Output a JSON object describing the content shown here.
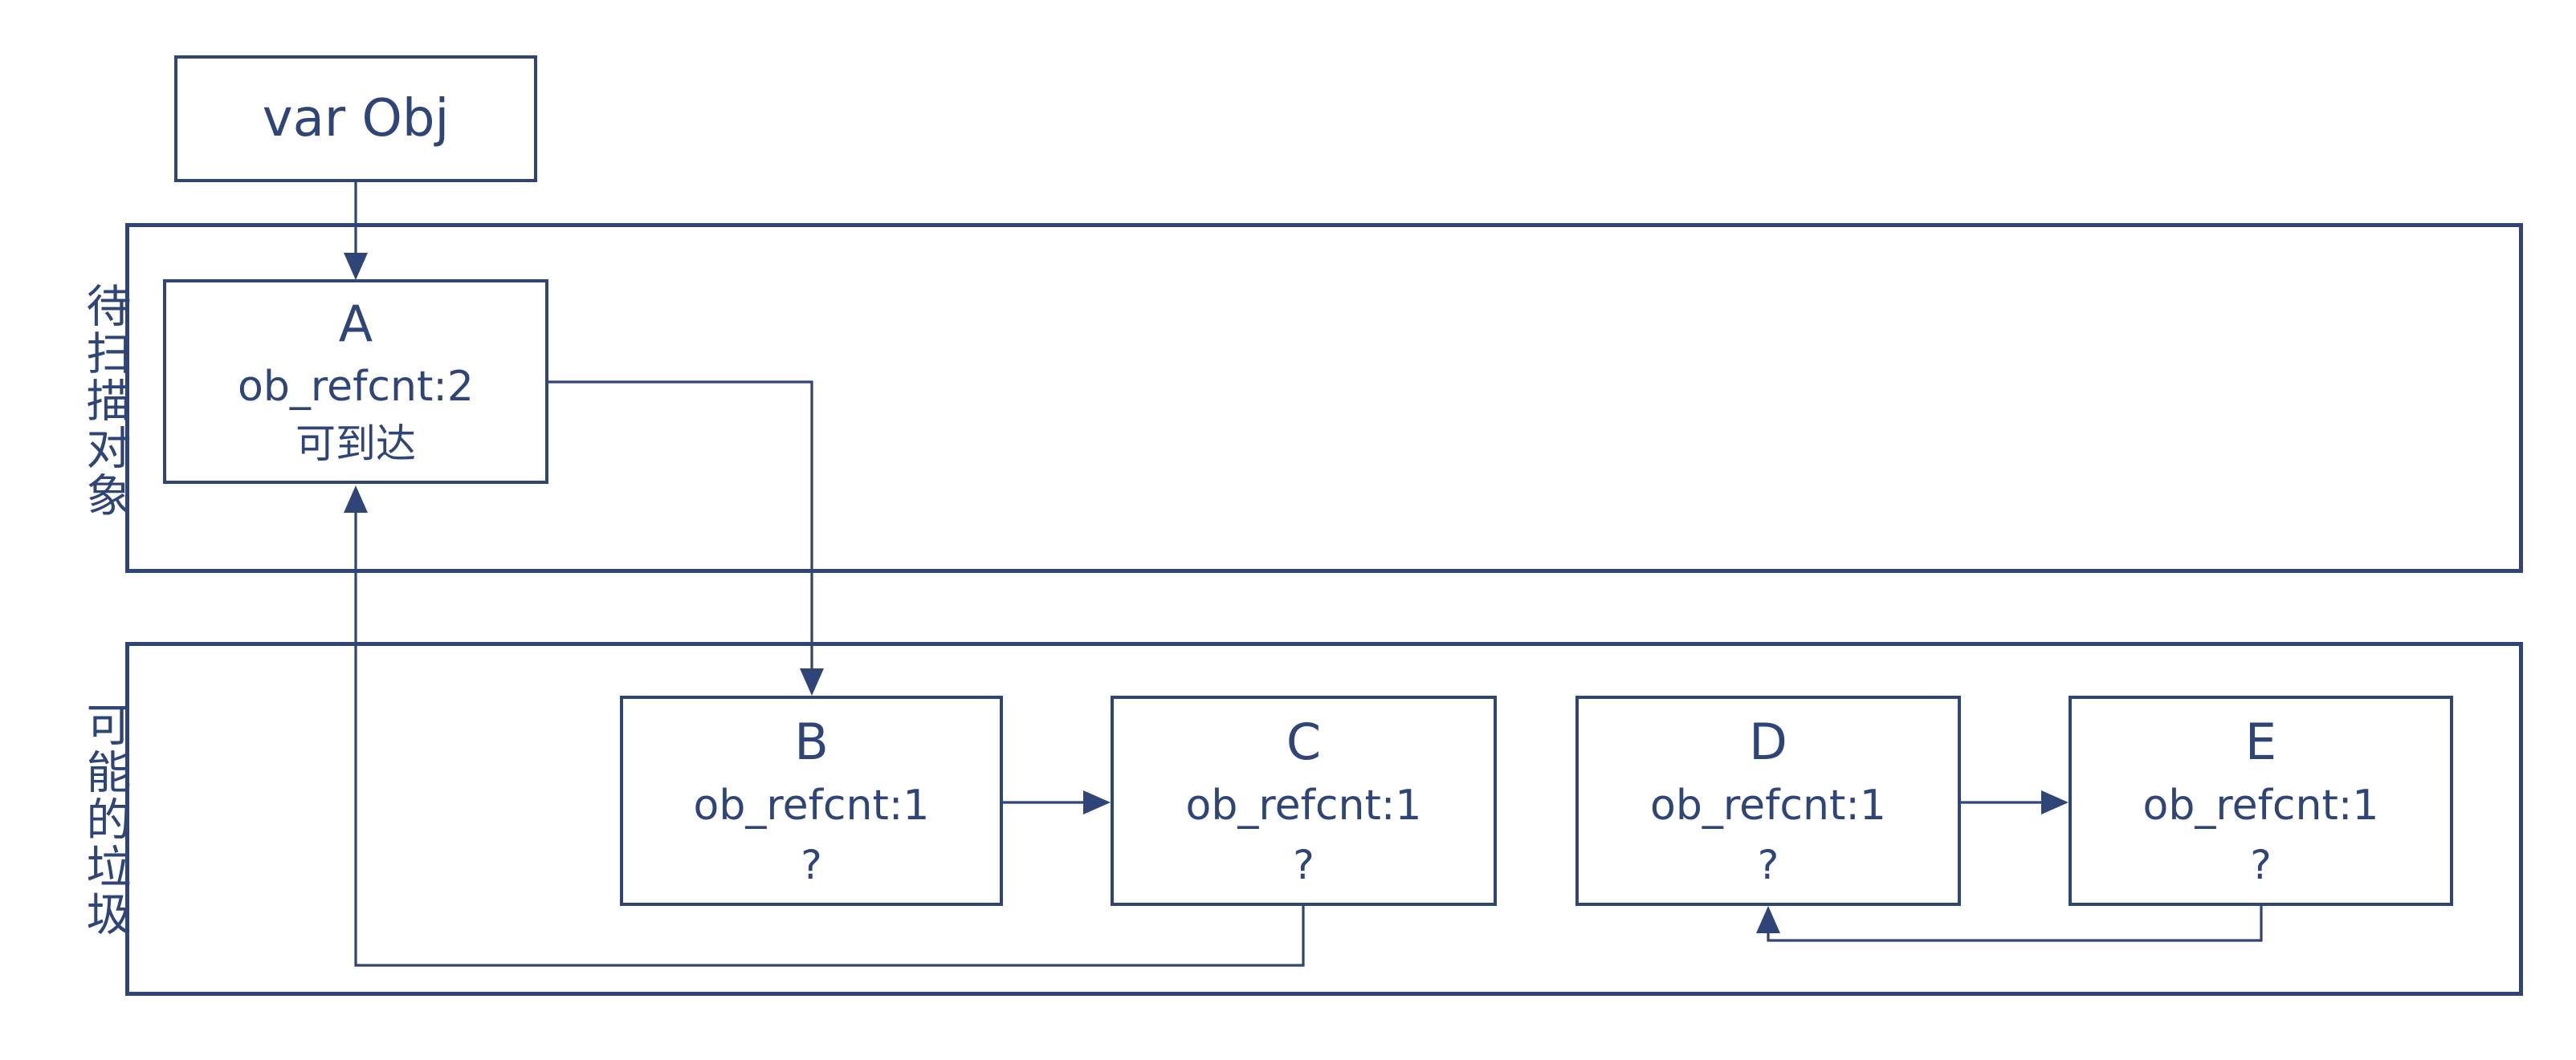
{
  "colors": {
    "ink": "#2F4578",
    "background": "#ffffff"
  },
  "var_obj": {
    "label": "var Obj"
  },
  "zones": [
    {
      "id": "pending-scan",
      "label": "待扫描对象"
    },
    {
      "id": "possible-garbage",
      "label": "可能的垃圾"
    }
  ],
  "nodes": [
    {
      "id": "A",
      "title": "A",
      "refcnt": "ob_refcnt:2",
      "status": "可到达"
    },
    {
      "id": "B",
      "title": "B",
      "refcnt": "ob_refcnt:1",
      "status": "?"
    },
    {
      "id": "C",
      "title": "C",
      "refcnt": "ob_refcnt:1",
      "status": "?"
    },
    {
      "id": "D",
      "title": "D",
      "refcnt": "ob_refcnt:1",
      "status": "?"
    },
    {
      "id": "E",
      "title": "E",
      "refcnt": "ob_refcnt:1",
      "status": "?"
    }
  ],
  "edges": [
    {
      "from": "var Obj",
      "to": "A"
    },
    {
      "from": "A",
      "to": "B"
    },
    {
      "from": "B",
      "to": "C"
    },
    {
      "from": "C",
      "to": "A"
    },
    {
      "from": "D",
      "to": "E"
    },
    {
      "from": "E",
      "to": "D"
    }
  ]
}
